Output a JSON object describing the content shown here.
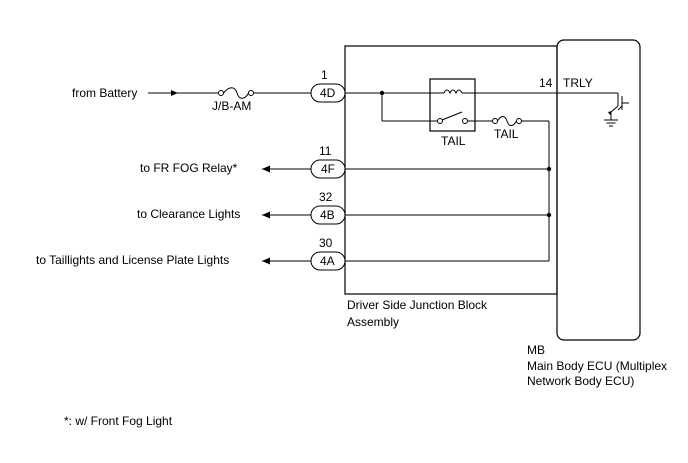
{
  "inputs": {
    "battery": "from Battery"
  },
  "outputs": {
    "fog_relay": "to FR FOG Relay*",
    "clearance": "to Clearance Lights",
    "taillights": "to Taillights and License Plate Lights"
  },
  "fuses": {
    "jb_am": "J/B-AM",
    "tail": "TAIL"
  },
  "relay": {
    "label": "TAIL"
  },
  "connectors": [
    {
      "pin": "1",
      "id": "4D"
    },
    {
      "pin": "11",
      "id": "4F"
    },
    {
      "pin": "32",
      "id": "4B"
    },
    {
      "pin": "30",
      "id": "4A"
    }
  ],
  "ecu_terminal": {
    "pin": "14",
    "name": "TRLY"
  },
  "junction_block": {
    "line1": "Driver Side Junction Block",
    "line2": "Assembly"
  },
  "ecu": {
    "code": "MB",
    "line1": "Main Body ECU (Multiplex",
    "line2": "Network Body ECU)"
  },
  "footnote": "*: w/ Front Fog Light"
}
